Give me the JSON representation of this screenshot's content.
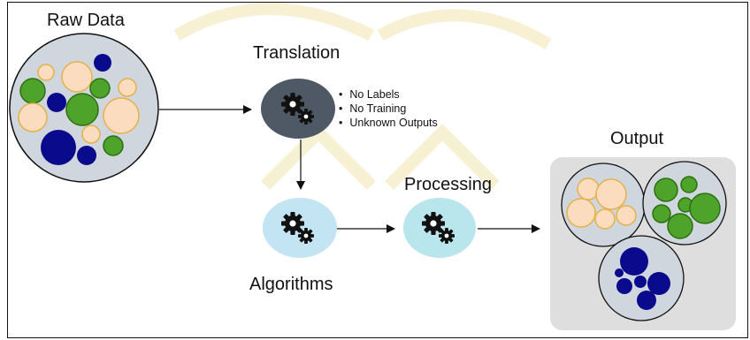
{
  "labels": {
    "raw_data": "Raw Data",
    "translation": "Translation",
    "processing": "Processing",
    "algorithms": "Algorithms",
    "output": "Output"
  },
  "translation_notes": [
    "No Labels",
    "No Training",
    "Unknown Outputs"
  ],
  "icons": {
    "translation_node": "gears-icon",
    "algorithms_node": "gears-icon",
    "processing_node": "gears-icon"
  },
  "colors": {
    "cream": "#fcdcbf",
    "cream_stroke": "#e3b24a",
    "green": "#4ea42b",
    "green_stroke": "#2d6f12",
    "navy": "#0a0a8c",
    "translation_node": "#4f5966",
    "algorithms_node": "#c3e4f3",
    "processing_node": "#b9e6ec",
    "cluster_fill": "#cfd6de",
    "output_panel": "#dedede",
    "watermark": "#f6eec6"
  }
}
